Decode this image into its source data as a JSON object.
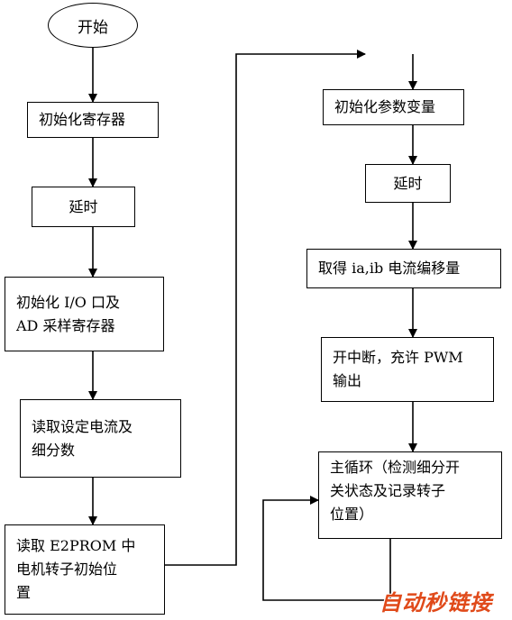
{
  "start": {
    "label": "开始"
  },
  "left_column": [
    {
      "label": "初始化寄存器"
    },
    {
      "label": "延时"
    },
    {
      "label": "初始化  I/O  口及\nAD 采样寄存器"
    },
    {
      "label": "读取设定电流及\n细分数"
    },
    {
      "label": "读取  E2PROM  中\n电机转子初始位\n置"
    }
  ],
  "right_column": [
    {
      "label": "初始化参数变量"
    },
    {
      "label": "延时"
    },
    {
      "label": "取得 ia,ib 电流编移量"
    },
    {
      "label": "开中断，充许  PWM\n输出"
    },
    {
      "label": "主循环（检测细分开\n关状态及记录转子\n位置）"
    }
  ],
  "watermark": "自动秒链接",
  "colors": {
    "line": "#000000",
    "watermark": "#e04a1a"
  }
}
